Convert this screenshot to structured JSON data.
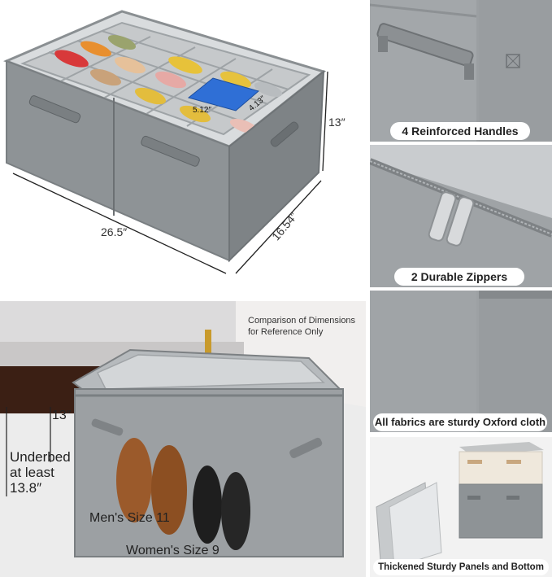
{
  "main_product": {
    "dim_height": "13″",
    "dim_length": "26.5″",
    "dim_width": "16.54″",
    "compartment_width": "5.12″",
    "compartment_depth": "4.13″"
  },
  "handles_panel": {
    "caption": "4 Reinforced Handles"
  },
  "zippers_panel": {
    "caption": "2 Durable Zippers"
  },
  "fabric_panel": {
    "caption": "All fabrics are sturdy Oxford cloth"
  },
  "panels_panel": {
    "caption": "Thickened Sturdy Panels and Bottom"
  },
  "underbed_scene": {
    "comparison_line1": "Comparison of Dimensions",
    "comparison_line2": "for Reference Only",
    "height_label": "13″",
    "underbed_line1": "Underbed",
    "underbed_line2": "at least",
    "underbed_line3": "13.8″",
    "mens_label": "Men's Size 11",
    "womens_label": "Women's Size 9"
  },
  "colors": {
    "box_gray": "#8e9396",
    "box_dark": "#6f7477",
    "floor_wood": "#3b1f14",
    "accent_blue": "#2f6fd6"
  }
}
